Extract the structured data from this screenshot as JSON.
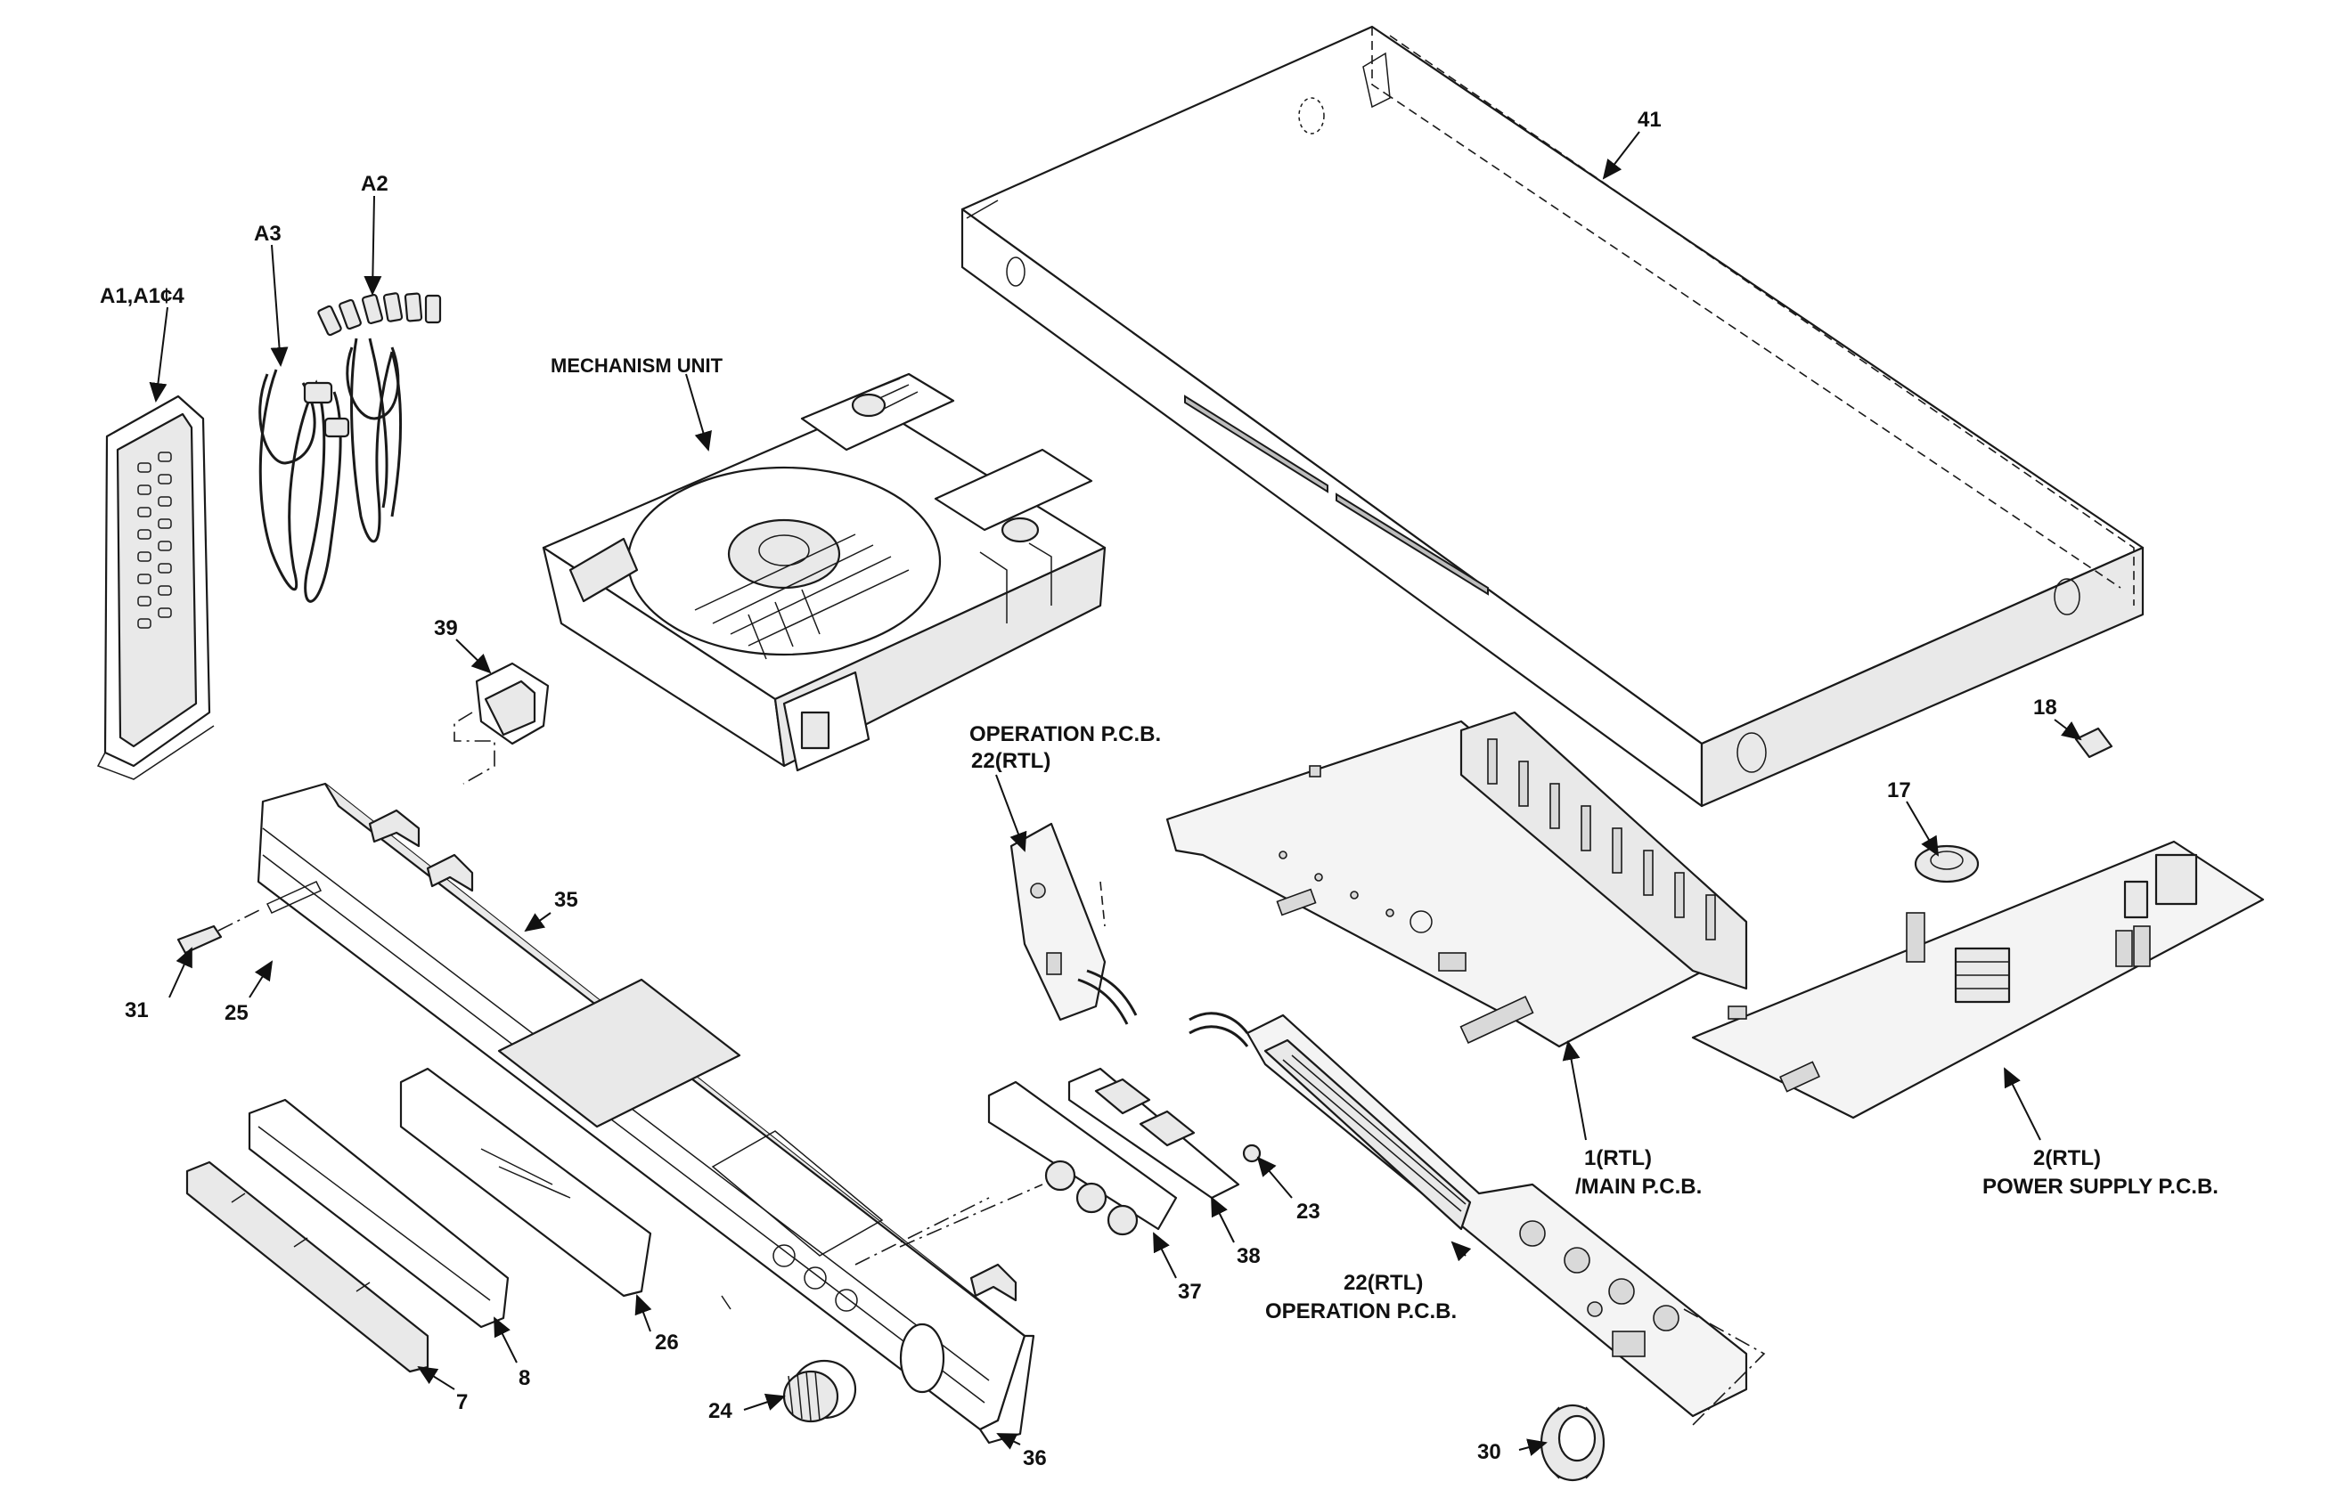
{
  "labels": {
    "l41": "41",
    "l_a1": "A1,A1¢4",
    "l_a3": "A3",
    "l_a2": "A2",
    "l_mech": "MECHANISM UNIT",
    "l39": "39",
    "l_op1": "OPERATION P.C.B.",
    "l_op1b": "22(RTL)",
    "l18": "18",
    "l17": "17",
    "l35": "35",
    "l31": "31",
    "l25": "25",
    "l1": "1(RTL)",
    "l_main": "/MAIN P.C.B.",
    "l2": "2(RTL)",
    "l_ps": "POWER SUPPLY P.C.B.",
    "l23": "23",
    "l38": "38",
    "l37": "37",
    "l22b": "22(RTL)",
    "l_op2": "OPERATION P.C.B.",
    "l8": "8",
    "l26": "26",
    "l7": "7",
    "l24": "24",
    "l36": "36",
    "l30": "30"
  }
}
